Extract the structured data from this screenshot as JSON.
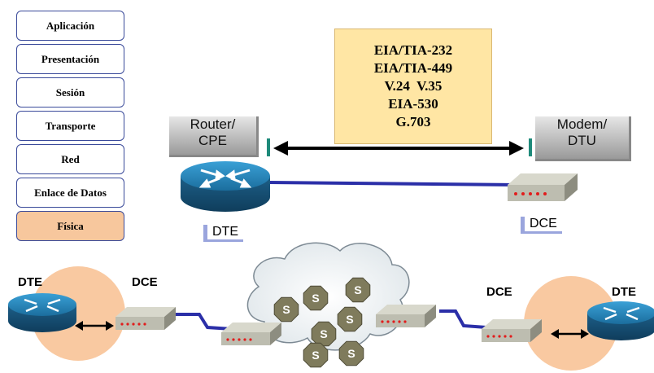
{
  "osi_layers": [
    "Aplicación",
    "Presentación",
    "Sesión",
    "Transporte",
    "Red",
    "Enlace de Datos",
    "Física"
  ],
  "active_layer": "Física",
  "standards": [
    "EIA/TIA-232",
    "EIA/TIA-449",
    "V.24  V.35",
    "EIA-530",
    "G.703"
  ],
  "top": {
    "router_label_line1": "Router/",
    "router_label_line2": "CPE",
    "modem_label_line1": "Modem/",
    "modem_label_line2": "DTU",
    "dte_tag": "DTE",
    "dce_tag": "DCE"
  },
  "bottom": {
    "left_dte": "DTE",
    "left_dce": "DCE",
    "right_dce": "DCE",
    "right_dte": "DTE",
    "switch_label": "S"
  },
  "colors": {
    "active_layer": "#f7c79d",
    "standards_box": "#ffe6a4",
    "link": "#2b2fa8",
    "halo": "#f9c9a1"
  }
}
